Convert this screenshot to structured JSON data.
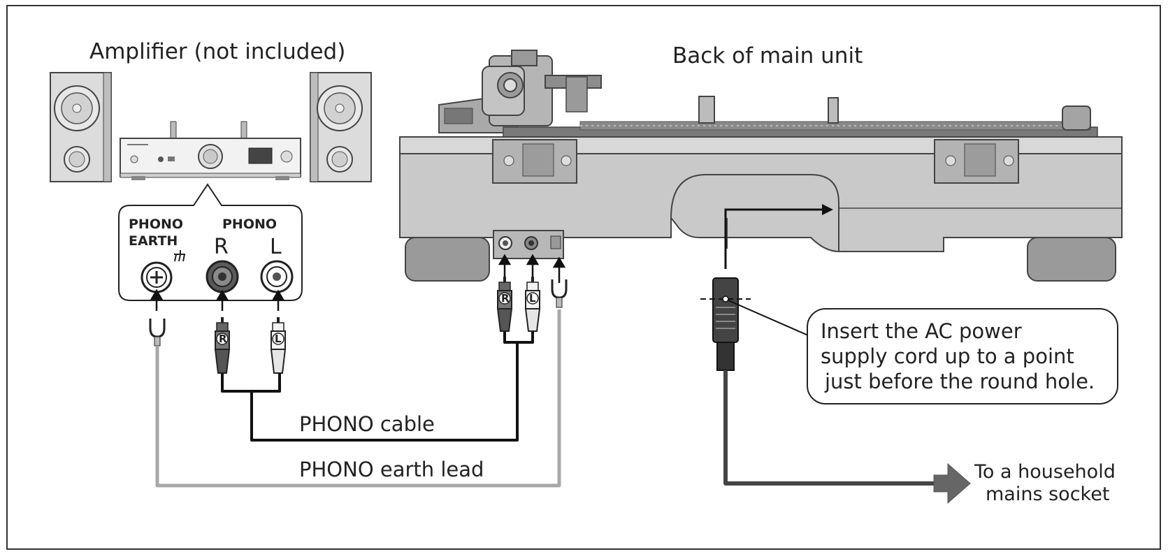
{
  "labels": {
    "amplifier": "Amplifier (not included)",
    "back_of_unit": "Back of main unit",
    "phono_cable": "PHONO cable",
    "phono_earth_lead": "PHONO earth lead",
    "socket_line1": "To a household",
    "socket_line2": "mains socket"
  },
  "panel": {
    "phono_earth_line1": "PHONO",
    "phono_earth_line2": "EARTH",
    "phono": "PHONO",
    "r": "R",
    "l": "L"
  },
  "plugs": {
    "r": "R",
    "l": "L"
  },
  "callout": {
    "line1": "Insert the AC power",
    "line2": "supply cord up to a point",
    "line3": "just before the round hole."
  },
  "colors": {
    "unit_body": "#c9c9c9",
    "unit_dark": "#8f8f8f",
    "cable_black": "#111111",
    "earth_lead": "#a8a8a8",
    "arrow_gray": "#666666"
  }
}
